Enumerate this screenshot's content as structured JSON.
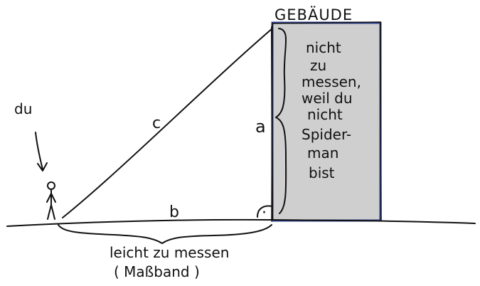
{
  "labels": {
    "building": "GEBÄUDE",
    "you": "du",
    "hypotenuse": "c",
    "height": "a",
    "base": "b",
    "right_angle_dot": "·",
    "building_note": [
      "nicht",
      "zu",
      "messen,",
      "weil du",
      "nicht",
      "Spider-",
      "man",
      "bist"
    ],
    "base_note_line1": "leicht zu messen",
    "base_note_line2": "( Maßband )"
  },
  "colors": {
    "building_fill": "#cfcfcf",
    "building_outline": "#2c3f8f",
    "ink": "#111111"
  }
}
